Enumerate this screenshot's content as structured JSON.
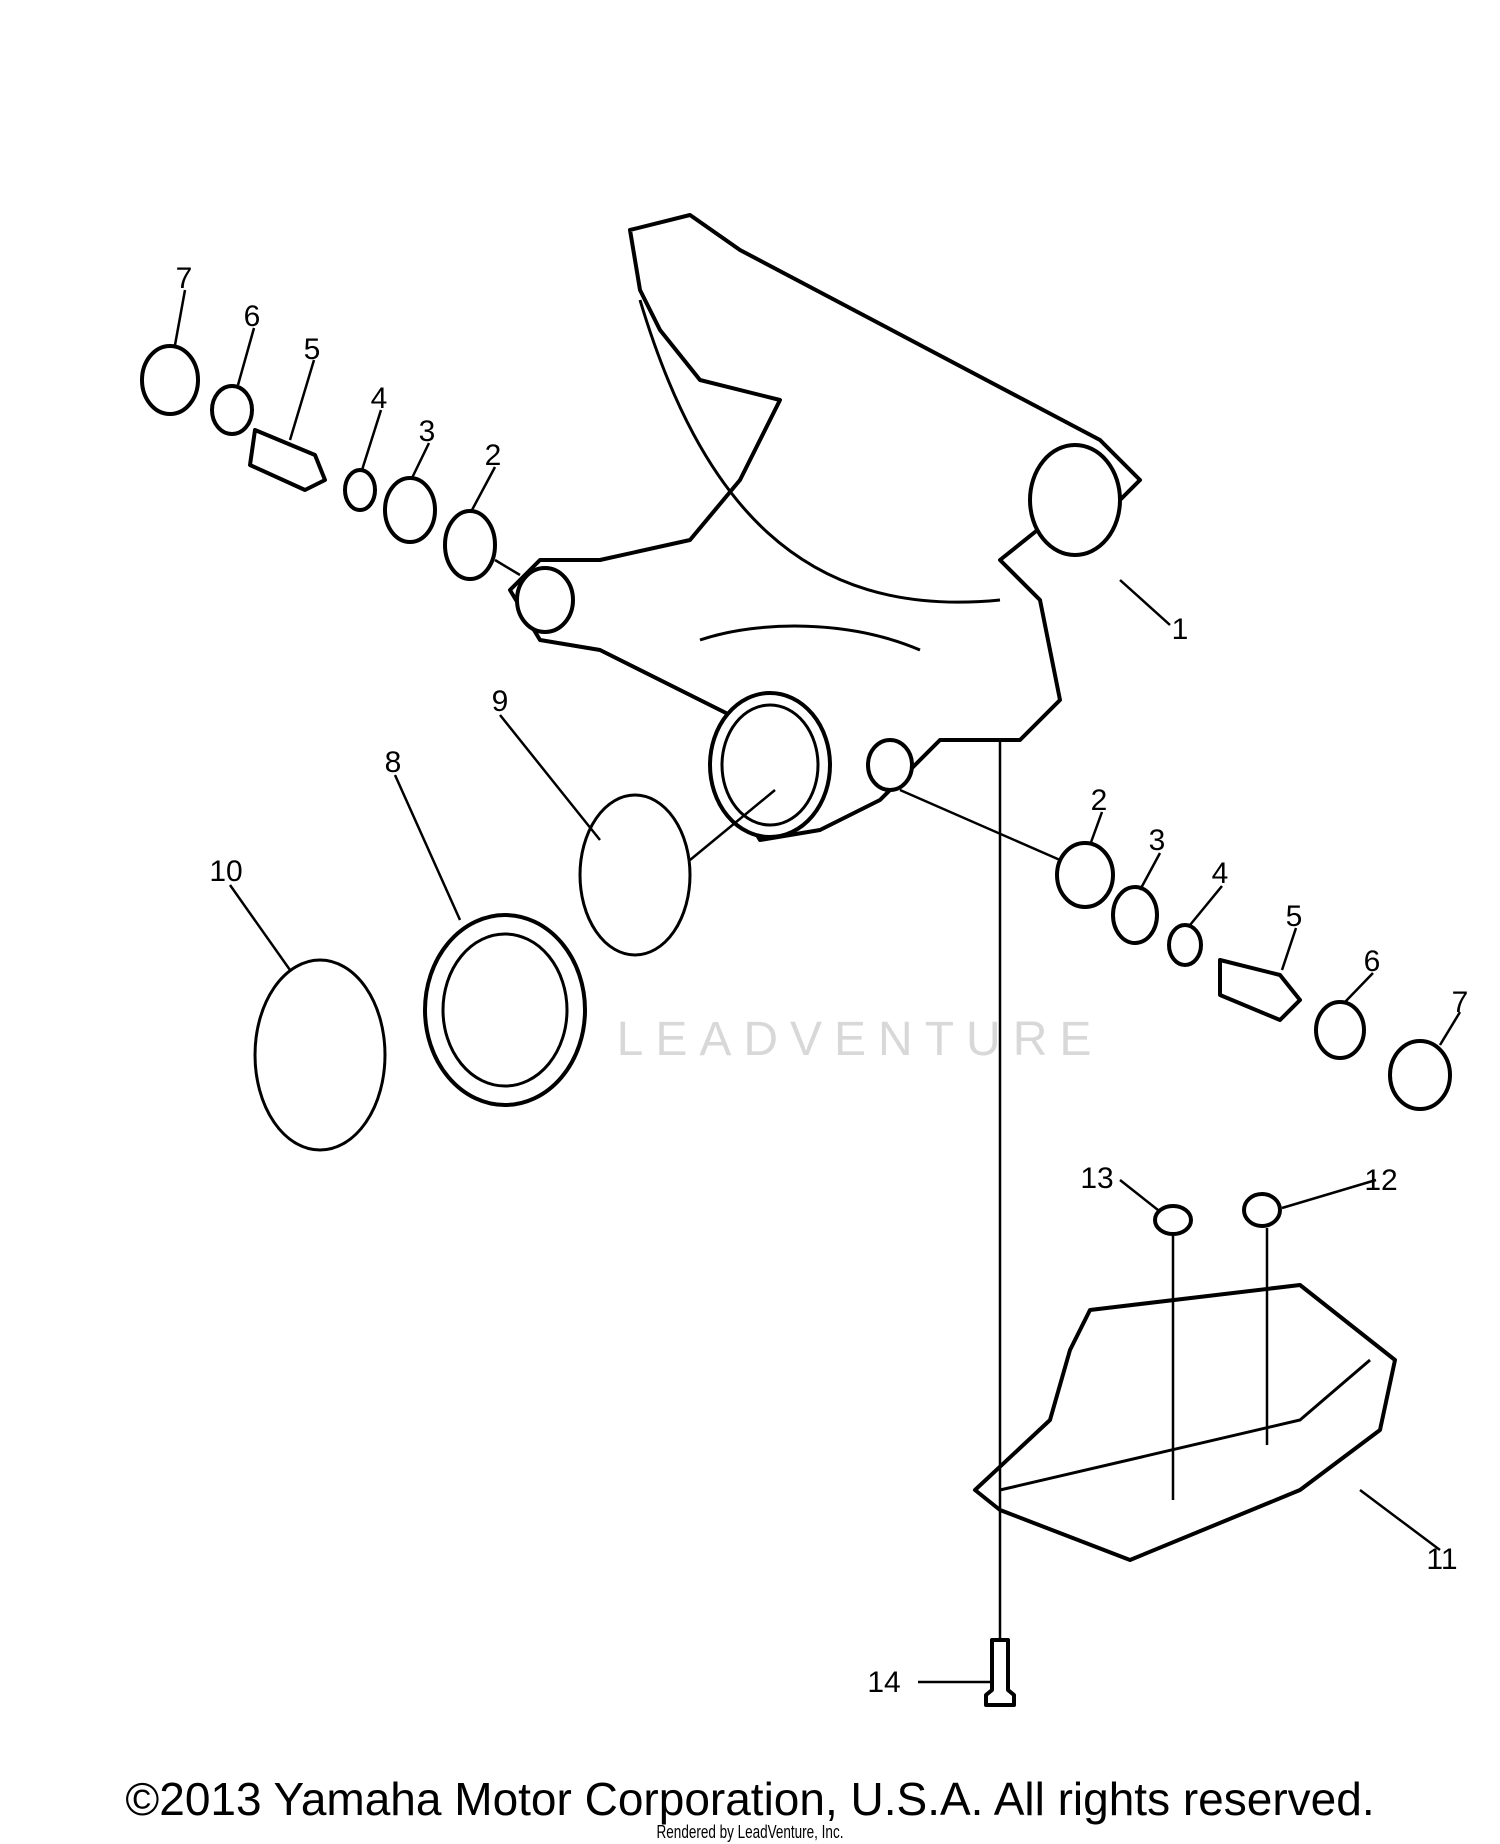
{
  "diagram": {
    "callouts": [
      {
        "id": "c7a",
        "label": "7"
      },
      {
        "id": "c6a",
        "label": "6"
      },
      {
        "id": "c5a",
        "label": "5"
      },
      {
        "id": "c4a",
        "label": "4"
      },
      {
        "id": "c3a",
        "label": "3"
      },
      {
        "id": "c2a",
        "label": "2"
      },
      {
        "id": "c1",
        "label": "1"
      },
      {
        "id": "c9",
        "label": "9"
      },
      {
        "id": "c8",
        "label": "8"
      },
      {
        "id": "c10",
        "label": "10"
      },
      {
        "id": "c2b",
        "label": "2"
      },
      {
        "id": "c3b",
        "label": "3"
      },
      {
        "id": "c4b",
        "label": "4"
      },
      {
        "id": "c5b",
        "label": "5"
      },
      {
        "id": "c6b",
        "label": "6"
      },
      {
        "id": "c7b",
        "label": "7"
      },
      {
        "id": "c13",
        "label": "13"
      },
      {
        "id": "c12",
        "label": "12"
      },
      {
        "id": "c11",
        "label": "11"
      },
      {
        "id": "c14",
        "label": "14"
      }
    ]
  },
  "watermark": "LEADVENTURE",
  "footer": {
    "copyright": "©2013 Yamaha Motor Corporation, U.S.A. All rights reserved.",
    "rendered_by": "Rendered by LeadVenture, Inc."
  }
}
